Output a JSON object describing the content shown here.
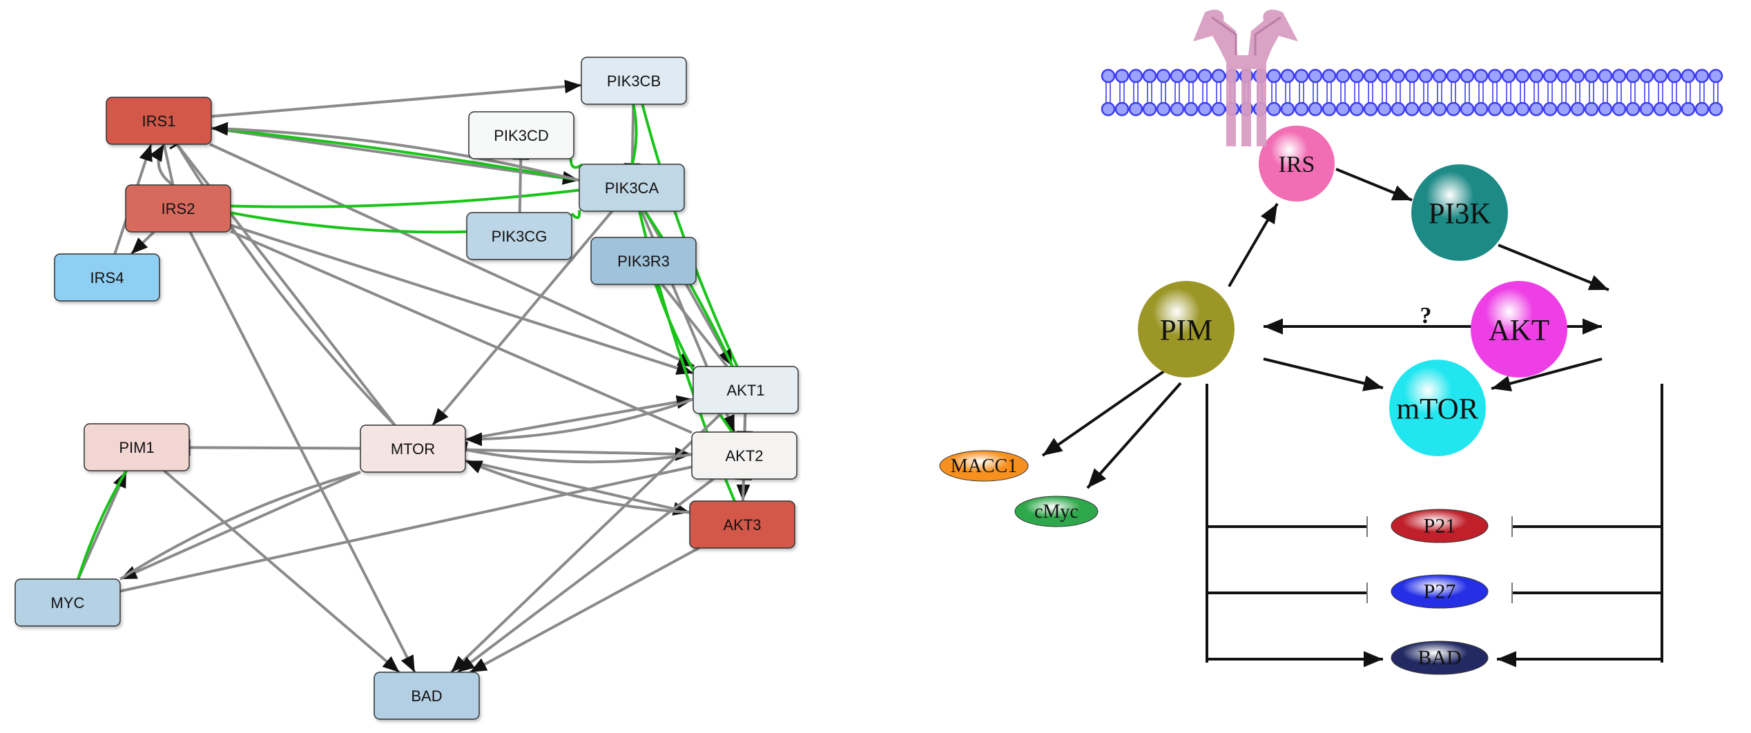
{
  "network": {
    "nodes": [
      {
        "id": "IRS1",
        "label": "IRS1",
        "color": "#d3584a"
      },
      {
        "id": "IRS2",
        "label": "IRS2",
        "color": "#d76a5b"
      },
      {
        "id": "IRS4",
        "label": "IRS4",
        "color": "#8ecff3"
      },
      {
        "id": "PIK3CB",
        "label": "PIK3CB",
        "color": "#dfeaf2"
      },
      {
        "id": "PIK3CD",
        "label": "PIK3CD",
        "color": "#f7f9f8"
      },
      {
        "id": "PIK3CA",
        "label": "PIK3CA",
        "color": "#c0d7e6"
      },
      {
        "id": "PIK3CG",
        "label": "PIK3CG",
        "color": "#bcd6e7"
      },
      {
        "id": "PIK3R3",
        "label": "PIK3R3",
        "color": "#a0c3dc"
      },
      {
        "id": "AKT1",
        "label": "AKT1",
        "color": "#e6eef4"
      },
      {
        "id": "AKT2",
        "label": "AKT2",
        "color": "#f4f3f2"
      },
      {
        "id": "AKT3",
        "label": "AKT3",
        "color": "#d3584a"
      },
      {
        "id": "MTOR",
        "label": "MTOR",
        "color": "#f4e4e2"
      },
      {
        "id": "PIM1",
        "label": "PIM1",
        "color": "#f1d6d2"
      },
      {
        "id": "MYC",
        "label": "MYC",
        "color": "#b5d1e4"
      },
      {
        "id": "BAD",
        "label": "BAD",
        "color": "#b2cfe3"
      }
    ],
    "edges": [
      {
        "from": "IRS1",
        "to": "PIK3CB",
        "kind": "arrow"
      },
      {
        "from": "IRS1",
        "to": "PIK3CA",
        "kind": "arrow"
      },
      {
        "from": "IRS1",
        "to": "AKT1",
        "kind": "arrow"
      },
      {
        "from": "IRS1",
        "to": "PIK3CA",
        "kind": "green"
      },
      {
        "from": "IRS1",
        "to": "MTOR",
        "kind": "line"
      },
      {
        "from": "IRS1",
        "to": "IRS2",
        "kind": "line"
      },
      {
        "from": "IRS2",
        "to": "IRS1",
        "kind": "arrow"
      },
      {
        "from": "IRS2",
        "to": "IRS4",
        "kind": "arrow"
      },
      {
        "from": "IRS4",
        "to": "IRS1",
        "kind": "arrow"
      },
      {
        "from": "IRS2",
        "to": "PIK3CA",
        "kind": "green"
      },
      {
        "from": "IRS2",
        "to": "PIK3CG",
        "kind": "green"
      },
      {
        "from": "IRS2",
        "to": "AKT1",
        "kind": "arrow"
      },
      {
        "from": "IRS2",
        "to": "AKT2",
        "kind": "line"
      },
      {
        "from": "IRS2",
        "to": "BAD",
        "kind": "arrow"
      },
      {
        "from": "PIK3CB",
        "to": "PIK3CA",
        "kind": "inhibit"
      },
      {
        "from": "PIK3CB",
        "to": "AKT1",
        "kind": "green"
      },
      {
        "from": "PIK3CB",
        "to": "PIK3CA",
        "kind": "green"
      },
      {
        "from": "PIK3CD",
        "to": "PIK3CA",
        "kind": "green"
      },
      {
        "from": "PIK3CG",
        "to": "PIK3CD",
        "kind": "inhibit"
      },
      {
        "from": "PIK3CG",
        "to": "PIK3CA",
        "kind": "green"
      },
      {
        "from": "PIK3CA",
        "to": "IRS1",
        "kind": "arrow"
      },
      {
        "from": "PIK3CA",
        "to": "MTOR",
        "kind": "arrow"
      },
      {
        "from": "PIK3CA",
        "to": "AKT1",
        "kind": "arrow"
      },
      {
        "from": "PIK3CA",
        "to": "AKT2",
        "kind": "arrow"
      },
      {
        "from": "PIK3CA",
        "to": "AKT3",
        "kind": "green"
      },
      {
        "from": "PIK3CA",
        "to": "AKT1",
        "kind": "green"
      },
      {
        "from": "PIK3R3",
        "to": "AKT2",
        "kind": "green"
      },
      {
        "from": "PIK3R3",
        "to": "AKT1",
        "kind": "line"
      },
      {
        "from": "MTOR",
        "to": "IRS1",
        "kind": "inhibit"
      },
      {
        "from": "MTOR",
        "to": "PIM1",
        "kind": "inhibit"
      },
      {
        "from": "MTOR",
        "to": "AKT1",
        "kind": "arrow"
      },
      {
        "from": "MTOR",
        "to": "AKT2",
        "kind": "arrow"
      },
      {
        "from": "MTOR",
        "to": "AKT3",
        "kind": "arrow"
      },
      {
        "from": "MTOR",
        "to": "MYC",
        "kind": "arrow"
      },
      {
        "from": "AKT1",
        "to": "MTOR",
        "kind": "arrow"
      },
      {
        "from": "AKT2",
        "to": "MTOR",
        "kind": "inhibit"
      },
      {
        "from": "AKT3",
        "to": "MTOR",
        "kind": "arrow"
      },
      {
        "from": "AKT1",
        "to": "AKT3",
        "kind": "arrow"
      },
      {
        "from": "AKT3",
        "to": "AKT2",
        "kind": "inhibit"
      },
      {
        "from": "AKT1",
        "to": "AKT2",
        "kind": "inhibit"
      },
      {
        "from": "AKT1",
        "to": "BAD",
        "kind": "arrow"
      },
      {
        "from": "AKT2",
        "to": "BAD",
        "kind": "arrow"
      },
      {
        "from": "AKT3",
        "to": "BAD",
        "kind": "arrow"
      },
      {
        "from": "PIM1",
        "to": "BAD",
        "kind": "arrow"
      },
      {
        "from": "MYC",
        "to": "PIM1",
        "kind": "arrow"
      },
      {
        "from": "MYC",
        "to": "PIM1",
        "kind": "green"
      },
      {
        "from": "MYC",
        "to": "MTOR",
        "kind": "line"
      },
      {
        "from": "MYC",
        "to": "AKT2",
        "kind": "line"
      }
    ]
  },
  "pathway": {
    "spheres": [
      {
        "id": "IRS",
        "label": "IRS",
        "color": "#f26eb4"
      },
      {
        "id": "PI3K",
        "label": "PI3K",
        "color": "#1e8a86"
      },
      {
        "id": "PIM",
        "label": "PIM",
        "color": "#9b9626"
      },
      {
        "id": "AKT",
        "label": "AKT",
        "color": "#ee3fe6"
      },
      {
        "id": "mTOR",
        "label": "mTOR",
        "color": "#22e6ef"
      }
    ],
    "ovals": [
      {
        "id": "MACC1",
        "label": "MACC1",
        "color": "#f7901e"
      },
      {
        "id": "cMyc",
        "label": "cMyc",
        "color": "#2fa84b"
      },
      {
        "id": "P21",
        "label": "P21",
        "color": "#c0202a"
      },
      {
        "id": "P27",
        "label": "P27",
        "color": "#2530e6"
      },
      {
        "id": "BAD",
        "label": "BAD",
        "color": "#232a63"
      }
    ],
    "question_mark": "?",
    "colors": {
      "membrane": "#3d3df0",
      "receptor": "#d79ac0"
    }
  }
}
